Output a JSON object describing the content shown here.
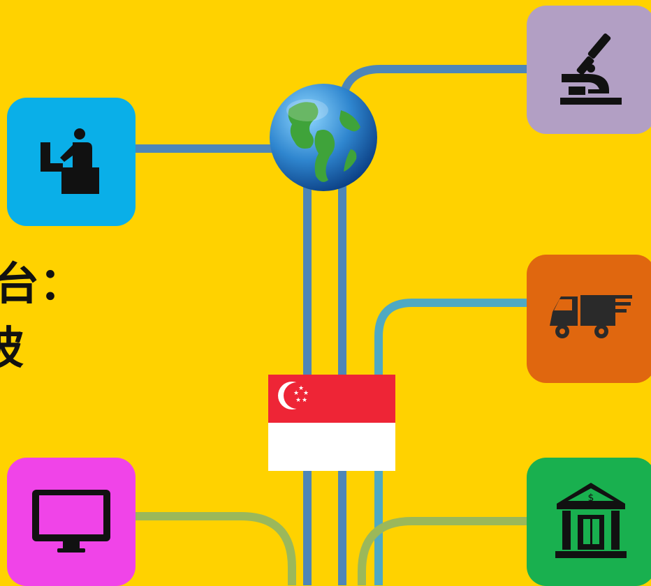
{
  "headline": {
    "line1": "台：",
    "line2": "坡"
  },
  "icons": {
    "office": "office-worker-icon",
    "science": "microscope-icon",
    "logistics": "delivery-truck-icon",
    "technology": "computer-monitor-icon",
    "finance": "bank-icon",
    "center": "globe-icon",
    "flag": "singapore-flag"
  },
  "colors": {
    "background": "#FFD200",
    "tile_office": "#0AAFE8",
    "tile_science": "#B29FC4",
    "tile_logistics": "#E0670F",
    "tile_technology": "#F044E8",
    "tile_finance": "#19B04F",
    "line_blue": "#4E86B7",
    "line_teal": "#4FA9C3",
    "line_green": "#9BB85A",
    "flag_red": "#EE2536"
  }
}
